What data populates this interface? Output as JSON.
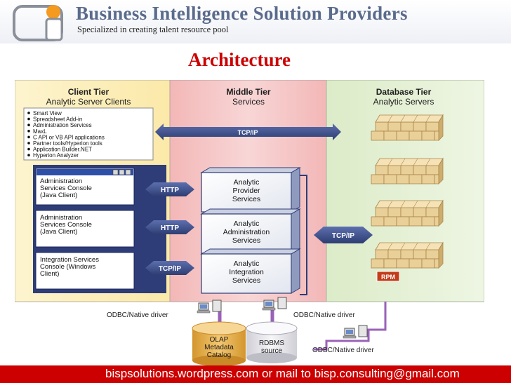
{
  "header": {
    "title": "Business Intelligence Solution Providers",
    "subtitle": "Specialized in creating talent resource pool"
  },
  "page_title": "Architecture",
  "client_tier": {
    "title": "Client Tier",
    "subtitle": "Analytic Server Clients",
    "clients": [
      "Smart View",
      "Spreadsheet Add-in",
      "Administration Services",
      "MaxL",
      "C API or VB API applications",
      "Partner tools/Hyperion tools",
      "Application Builder.NET",
      "Hyperion Analyzer"
    ],
    "consoles": [
      [
        "Administration",
        "Services Console",
        "(Java Client)"
      ],
      [
        "Administration",
        "Services Console",
        "(Java Client)"
      ],
      [
        "Integration Services",
        "Console (Windows",
        "Client)"
      ]
    ]
  },
  "middle_tier": {
    "title": "Middle Tier",
    "subtitle": "Services",
    "services": [
      [
        "Analytic",
        "Provider",
        "Services"
      ],
      [
        "Analytic",
        "Administration",
        "Services"
      ],
      [
        "Analytic",
        "Integration",
        "Services"
      ]
    ]
  },
  "database_tier": {
    "title": "Database Tier",
    "subtitle": "Analytic Servers",
    "rpm_label": "RPM"
  },
  "connectors": {
    "tcpip_top": "TCP/IP",
    "tcpip_right": "TCP/IP",
    "http_1": "HTTP",
    "http_2": "HTTP",
    "tcpip_left": "TCP/IP"
  },
  "drivers": {
    "left": "ODBC/Native driver",
    "middle": "ODBC/Native driver",
    "right": "ODBC/Native driver"
  },
  "stores": {
    "olap": [
      "OLAP",
      "Metadata",
      "Catalog"
    ],
    "rdbms": [
      "RDBMS",
      "source"
    ]
  },
  "footer": {
    "text": "bispsolutions.wordpress.com or mail to bisp.consulting@gmail.com"
  },
  "colors": {
    "brand_text": "#5a6b8c",
    "title_red": "#cc0000",
    "client_bg": "#fdf2c6",
    "middle_bg": "#f6c9c9",
    "database_bg": "#e4f0d2",
    "arrow_blue": "#3c4f8c",
    "cube_tan": "#e9cf98",
    "olap_gold": "#e9b14a",
    "drive_purple": "#9a62b8"
  }
}
